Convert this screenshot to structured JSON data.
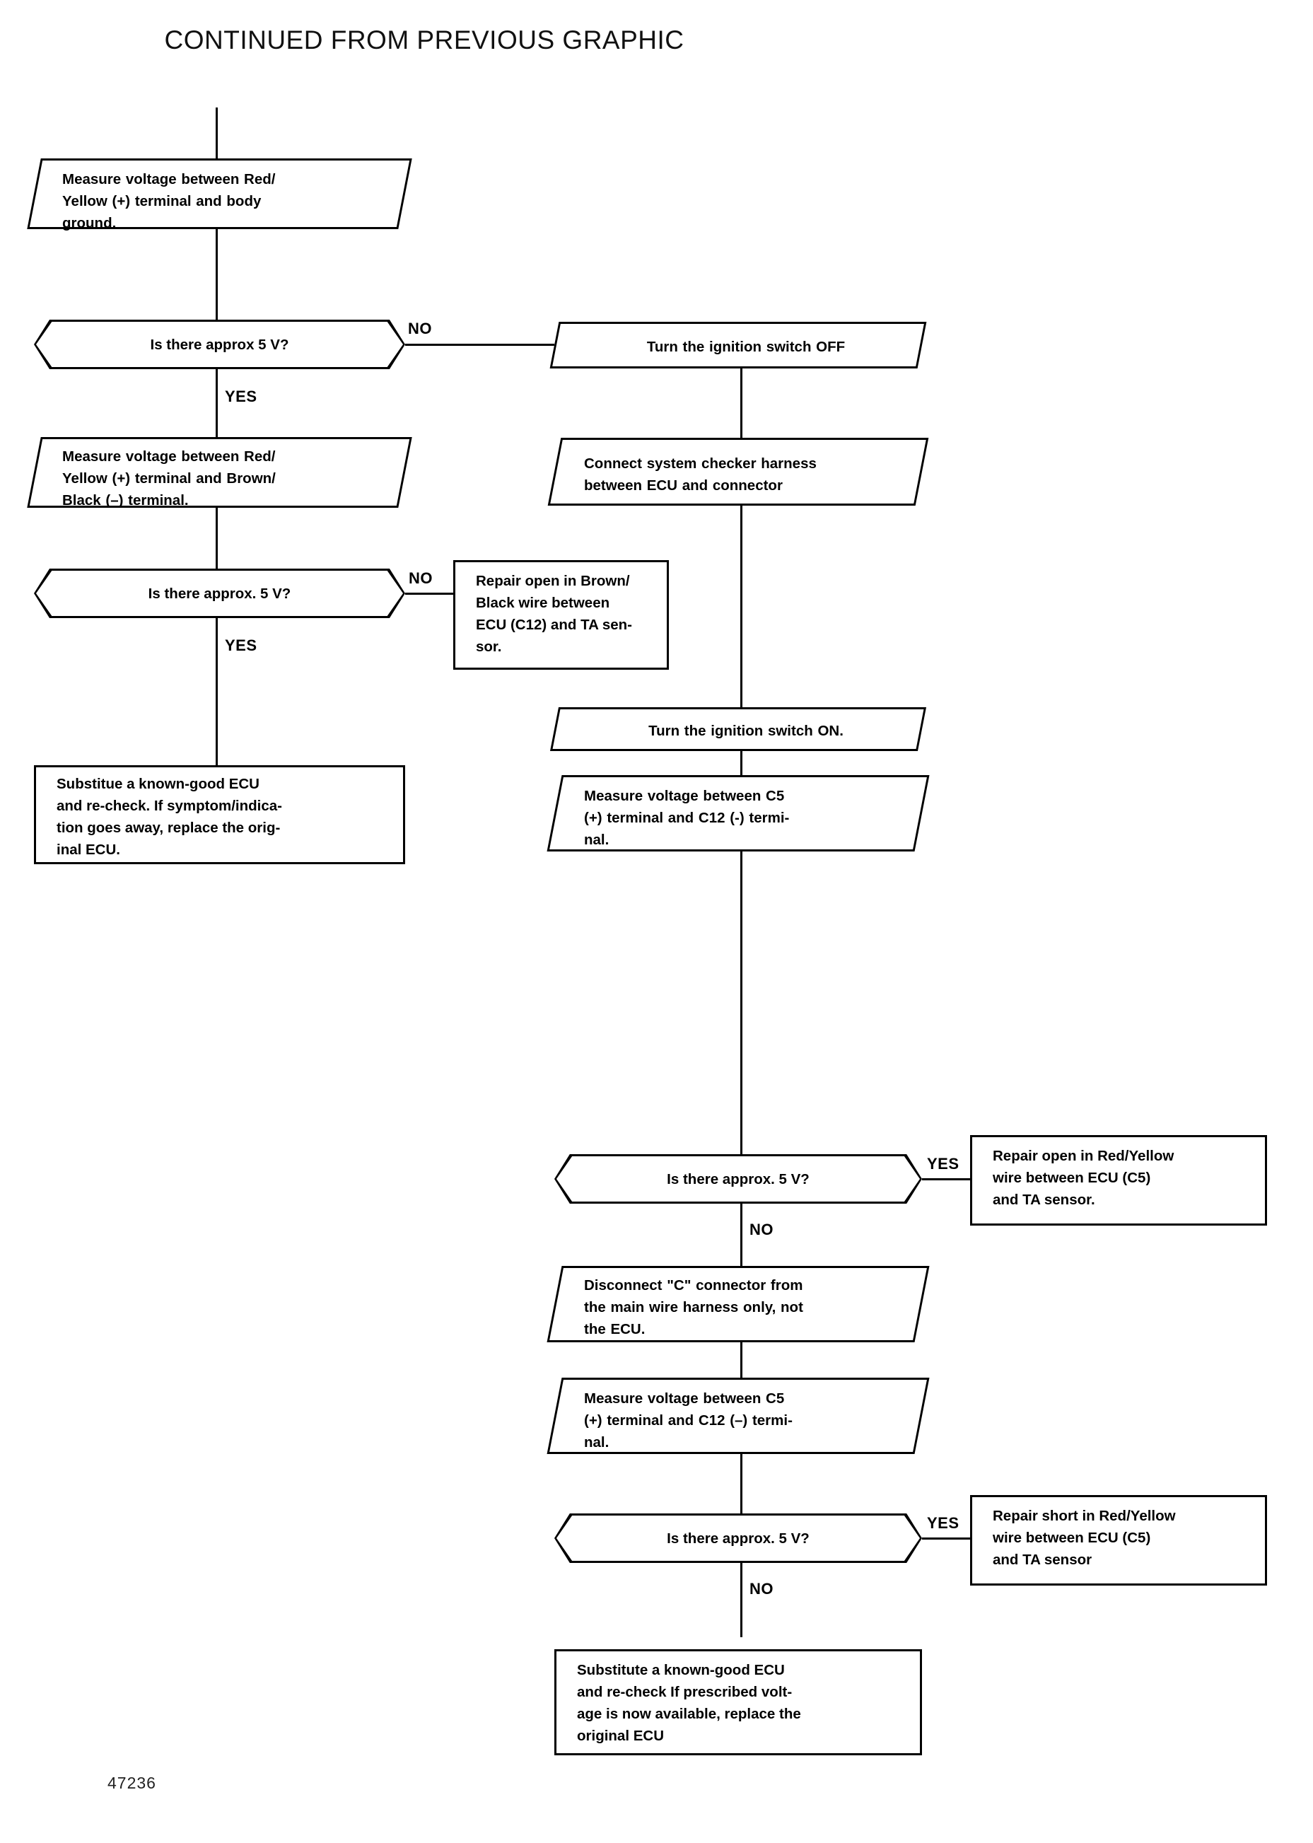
{
  "header": {
    "title": "CONTINUED FROM PREVIOUS GRAPHIC"
  },
  "footer": {
    "code": "47236"
  },
  "labels": {
    "yes": "YES",
    "no": "NO"
  },
  "nodes": {
    "measure_ry_ground": {
      "kind": "process",
      "text": "Measure voltage between Red/\nYellow (+) terminal and body\nground."
    },
    "decision_5v_1": {
      "kind": "decision",
      "text": "Is there approx  5 V?"
    },
    "ignition_off": {
      "kind": "process",
      "text": "Turn the ignition switch OFF"
    },
    "measure_ry_bb": {
      "kind": "process",
      "text": "Measure voltage between Red/\nYellow (+) terminal and Brown/\nBlack (–) terminal."
    },
    "connect_harness": {
      "kind": "process",
      "text": "Connect  system  checker  harness\nbetween ECU and connector"
    },
    "decision_5v_2": {
      "kind": "decision",
      "text": "Is there approx. 5 V?"
    },
    "repair_open_bb": {
      "kind": "result",
      "text": "Repair open in Brown/\nBlack  wire  between\nECU (C12) and TA sen-\nsor."
    },
    "ignition_on": {
      "kind": "process",
      "text": "Turn the ignition switch ON."
    },
    "measure_c5_c12_a": {
      "kind": "process",
      "text": "Measure  voltage  between  C5\n(+) terminal and C12 (-) termi-\nnal."
    },
    "substitute_ecu_left": {
      "kind": "result",
      "text": "Substitue  a  known-good  ECU\nand re-check. If symptom/indica-\ntion goes away, replace the orig-\ninal ECU."
    },
    "decision_5v_3": {
      "kind": "decision",
      "text": "Is there approx. 5 V?"
    },
    "repair_open_ry": {
      "kind": "result",
      "text": "Repair open in Red/Yellow\nwire  between  ECU  (C5)\nand TA sensor."
    },
    "disconnect_c": {
      "kind": "process",
      "text": "Disconnect \"C\" connector from\nthe main wire harness only, not\nthe ECU."
    },
    "measure_c5_c12_b": {
      "kind": "process",
      "text": "Measure  voltage  between  C5\n(+) terminal and C12 (–) termi-\nnal."
    },
    "decision_5v_4": {
      "kind": "decision",
      "text": "Is there approx. 5 V?"
    },
    "repair_short_ry": {
      "kind": "result",
      "text": "Repair short in Red/Yellow\nwire  between  ECU  (C5)\nand TA sensor"
    },
    "substitute_ecu_bottom": {
      "kind": "result",
      "text": "Substitute  a  known-good  ECU\nand re-check  If prescribed volt-\nage is now available, replace the\noriginal ECU"
    }
  }
}
